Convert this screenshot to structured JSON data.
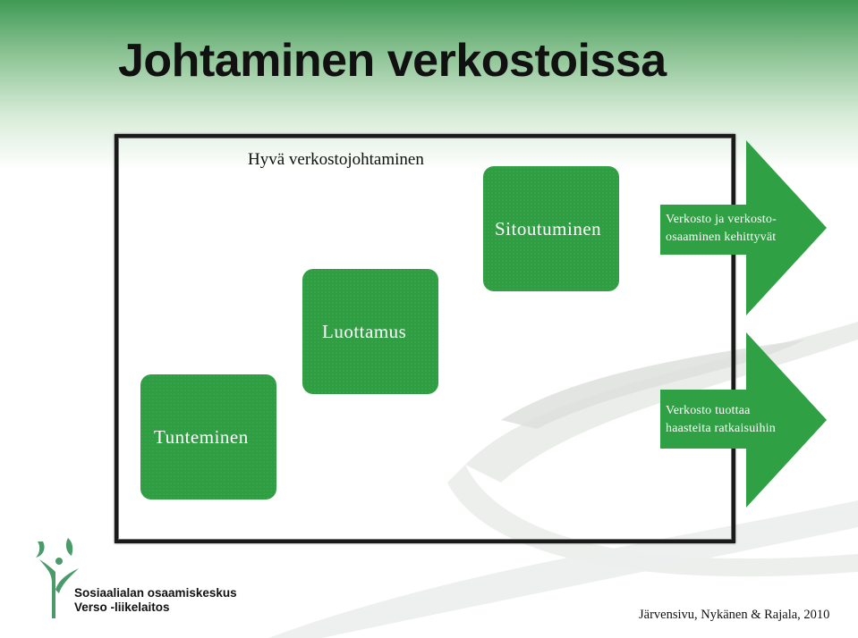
{
  "title": "Johtaminen verkostoissa",
  "subtitle": "Hyvä verkostojohtaminen",
  "boxes": {
    "sitoutuminen": "Sitoutuminen",
    "luottamus": "Luottamus",
    "tunteminen": "Tunteminen"
  },
  "arrows": {
    "top": {
      "line1": "Verkosto ja verkosto-",
      "line2": "osaaminen kehittyvät"
    },
    "bottom": {
      "line1": "Verkosto tuottaa",
      "line2": "haasteita ratkaisuihin"
    }
  },
  "footer": {
    "org_line1": "Sosiaalialan osaamiskeskus",
    "org_line2": "Verso -liikelaitos",
    "credit": "Järvensivu, Nykänen & Rajala, 2010"
  },
  "colors": {
    "box_green": "#2f9e43",
    "arrow_green": "#2fa043",
    "header_green": "#3f9a55",
    "logo_green": "#4a9a6a"
  }
}
